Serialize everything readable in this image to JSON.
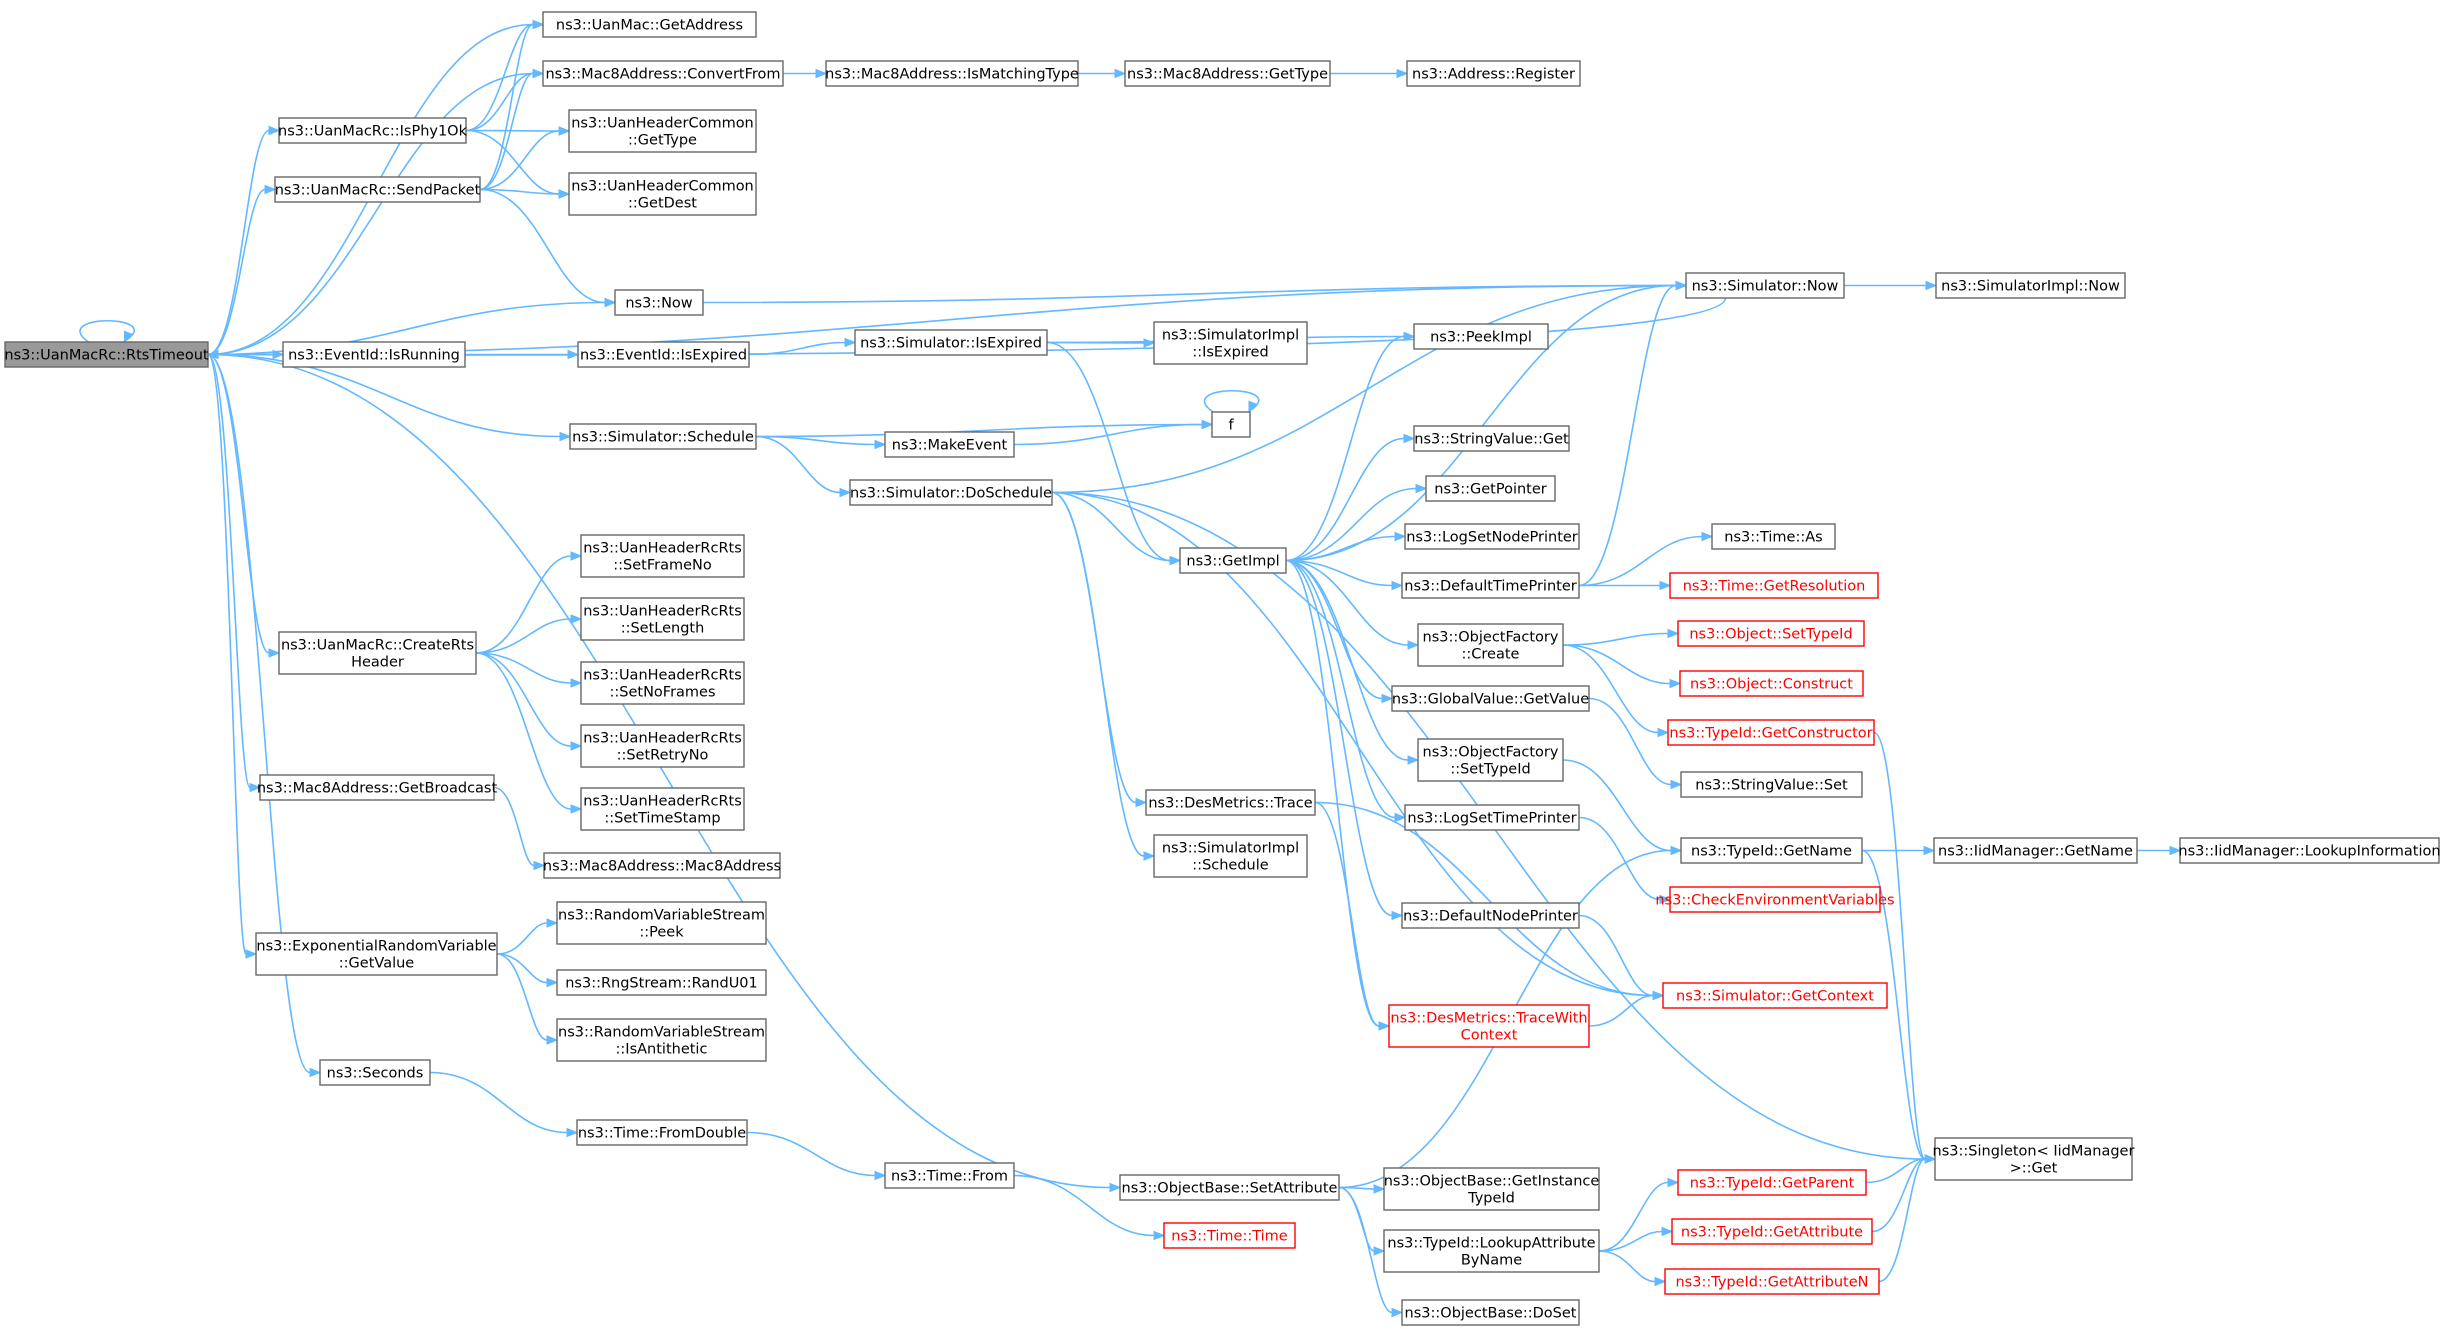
{
  "nodes": [
    {
      "id": "root",
      "label": [
        "ns3::UanMacRc::RtsTimeout"
      ],
      "style": "root"
    },
    {
      "id": "getaddr",
      "label": [
        "ns3::UanMac::GetAddress"
      ]
    },
    {
      "id": "convfrom",
      "label": [
        "ns3::Mac8Address::ConvertFrom"
      ]
    },
    {
      "id": "ismatch",
      "label": [
        "ns3::Mac8Address::IsMatchingType"
      ]
    },
    {
      "id": "gettype8",
      "label": [
        "ns3::Mac8Address::GetType"
      ]
    },
    {
      "id": "register",
      "label": [
        "ns3::Address::Register"
      ]
    },
    {
      "id": "isphy",
      "label": [
        "ns3::UanMacRc::IsPhy1Ok"
      ]
    },
    {
      "id": "hdrtype",
      "label": [
        "ns3::UanHeaderCommon",
        "::GetType"
      ]
    },
    {
      "id": "sendpkt",
      "label": [
        "ns3::UanMacRc::SendPacket"
      ]
    },
    {
      "id": "hdrdest",
      "label": [
        "ns3::UanHeaderCommon",
        "::GetDest"
      ]
    },
    {
      "id": "now",
      "label": [
        "ns3::Now"
      ]
    },
    {
      "id": "simnow",
      "label": [
        "ns3::Simulator::Now"
      ]
    },
    {
      "id": "implnow",
      "label": [
        "ns3::SimulatorImpl::Now"
      ]
    },
    {
      "id": "isrunning",
      "label": [
        "ns3::EventId::IsRunning"
      ]
    },
    {
      "id": "isexpired",
      "label": [
        "ns3::EventId::IsExpired"
      ]
    },
    {
      "id": "simisexp",
      "label": [
        "ns3::Simulator::IsExpired"
      ]
    },
    {
      "id": "implisexp",
      "label": [
        "ns3::SimulatorImpl",
        "::IsExpired"
      ]
    },
    {
      "id": "peekimpl",
      "label": [
        "ns3::PeekImpl"
      ]
    },
    {
      "id": "f",
      "label": [
        "f"
      ]
    },
    {
      "id": "schedule",
      "label": [
        "ns3::Simulator::Schedule"
      ]
    },
    {
      "id": "makeevent",
      "label": [
        "ns3::MakeEvent"
      ]
    },
    {
      "id": "strget",
      "label": [
        "ns3::StringValue::Get"
      ]
    },
    {
      "id": "doschedule",
      "label": [
        "ns3::Simulator::DoSchedule"
      ]
    },
    {
      "id": "getptr",
      "label": [
        "ns3::GetPointer"
      ]
    },
    {
      "id": "getimpl",
      "label": [
        "ns3::GetImpl"
      ]
    },
    {
      "id": "lognode",
      "label": [
        "ns3::LogSetNodePrinter"
      ]
    },
    {
      "id": "timeas",
      "label": [
        "ns3::Time::As"
      ]
    },
    {
      "id": "deftime",
      "label": [
        "ns3::DefaultTimePrinter"
      ]
    },
    {
      "id": "getres",
      "label": [
        "ns3::Time::GetResolution"
      ],
      "style": "red"
    },
    {
      "id": "setframe",
      "label": [
        "ns3::UanHeaderRcRts",
        "::SetFrameNo"
      ]
    },
    {
      "id": "setlen",
      "label": [
        "ns3::UanHeaderRcRts",
        "::SetLength"
      ]
    },
    {
      "id": "objcreate",
      "label": [
        "ns3::ObjectFactory",
        "::Create"
      ]
    },
    {
      "id": "setiid",
      "label": [
        "ns3::Object::SetTypeId"
      ],
      "style": "red"
    },
    {
      "id": "createrts",
      "label": [
        "ns3::UanMacRc::CreateRts",
        "Header"
      ]
    },
    {
      "id": "setnoframes",
      "label": [
        "ns3::UanHeaderRcRts",
        "::SetNoFrames"
      ]
    },
    {
      "id": "construct",
      "label": [
        "ns3::Object::Construct"
      ],
      "style": "red"
    },
    {
      "id": "gvget",
      "label": [
        "ns3::GlobalValue::GetValue"
      ]
    },
    {
      "id": "getctor",
      "label": [
        "ns3::TypeId::GetConstructor"
      ],
      "style": "red"
    },
    {
      "id": "setretry",
      "label": [
        "ns3::UanHeaderRcRts",
        "::SetRetryNo"
      ]
    },
    {
      "id": "ofsettid",
      "label": [
        "ns3::ObjectFactory",
        "::SetTypeId"
      ]
    },
    {
      "id": "strset",
      "label": [
        "ns3::StringValue::Set"
      ]
    },
    {
      "id": "getbcast",
      "label": [
        "ns3::Mac8Address::GetBroadcast"
      ]
    },
    {
      "id": "destrace",
      "label": [
        "ns3::DesMetrics::Trace"
      ]
    },
    {
      "id": "settime",
      "label": [
        "ns3::UanHeaderRcRts",
        "::SetTimeStamp"
      ]
    },
    {
      "id": "logtime",
      "label": [
        "ns3::LogSetTimePrinter"
      ]
    },
    {
      "id": "mac8",
      "label": [
        "ns3::Mac8Address::Mac8Address"
      ]
    },
    {
      "id": "implsched",
      "label": [
        "ns3::SimulatorImpl",
        "::Schedule"
      ]
    },
    {
      "id": "tidname",
      "label": [
        "ns3::TypeId::GetName"
      ]
    },
    {
      "id": "iidname",
      "label": [
        "ns3::IidManager::GetName"
      ]
    },
    {
      "id": "iidlookup",
      "label": [
        "ns3::IidManager::LookupInformation"
      ]
    },
    {
      "id": "checkenv",
      "label": [
        "ns3::CheckEnvironmentVariables"
      ],
      "style": "red"
    },
    {
      "id": "rvpeek",
      "label": [
        "ns3::RandomVariableStream",
        "::Peek"
      ]
    },
    {
      "id": "defnode",
      "label": [
        "ns3::DefaultNodePrinter"
      ]
    },
    {
      "id": "expget",
      "label": [
        "ns3::ExponentialRandomVariable",
        "::GetValue"
      ]
    },
    {
      "id": "randu01",
      "label": [
        "ns3::RngStream::RandU01"
      ]
    },
    {
      "id": "getctx",
      "label": [
        "ns3::Simulator::GetContext"
      ],
      "style": "red"
    },
    {
      "id": "tracectx",
      "label": [
        "ns3::DesMetrics::TraceWith",
        "Context"
      ],
      "style": "red"
    },
    {
      "id": "isanti",
      "label": [
        "ns3::RandomVariableStream",
        "::IsAntithetic"
      ]
    },
    {
      "id": "seconds",
      "label": [
        "ns3::Seconds"
      ]
    },
    {
      "id": "fromdbl",
      "label": [
        "ns3::Time::FromDouble"
      ]
    },
    {
      "id": "singleton",
      "label": [
        "ns3::Singleton< IidManager",
        " >::Get"
      ]
    },
    {
      "id": "timefrom",
      "label": [
        "ns3::Time::From"
      ]
    },
    {
      "id": "getparent",
      "label": [
        "ns3::TypeId::GetParent"
      ],
      "style": "red"
    },
    {
      "id": "setattr",
      "label": [
        "ns3::ObjectBase::SetAttribute"
      ]
    },
    {
      "id": "getinst",
      "label": [
        "ns3::ObjectBase::GetInstance",
        "TypeId"
      ]
    },
    {
      "id": "timetime",
      "label": [
        "ns3::Time::Time"
      ],
      "style": "red"
    },
    {
      "id": "getattr",
      "label": [
        "ns3::TypeId::GetAttribute"
      ],
      "style": "red"
    },
    {
      "id": "lookupattr",
      "label": [
        "ns3::TypeId::LookupAttribute",
        "ByName"
      ]
    },
    {
      "id": "getattrn",
      "label": [
        "ns3::TypeId::GetAttributeN"
      ],
      "style": "red"
    },
    {
      "id": "doset",
      "label": [
        "ns3::ObjectBase::DoSet"
      ]
    }
  ],
  "edges": [
    [
      "root",
      "root"
    ],
    [
      "root",
      "getaddr"
    ],
    [
      "root",
      "convfrom"
    ],
    [
      "root",
      "isphy"
    ],
    [
      "root",
      "sendpkt"
    ],
    [
      "root",
      "now"
    ],
    [
      "root",
      "simnow"
    ],
    [
      "root",
      "isrunning"
    ],
    [
      "root",
      "schedule"
    ],
    [
      "root",
      "createrts"
    ],
    [
      "root",
      "getbcast"
    ],
    [
      "root",
      "expget"
    ],
    [
      "root",
      "seconds"
    ],
    [
      "root",
      "setattr"
    ],
    [
      "isphy",
      "getaddr"
    ],
    [
      "isphy",
      "convfrom"
    ],
    [
      "isphy",
      "hdrtype"
    ],
    [
      "isphy",
      "hdrdest"
    ],
    [
      "sendpkt",
      "getaddr"
    ],
    [
      "sendpkt",
      "convfrom"
    ],
    [
      "sendpkt",
      "hdrtype"
    ],
    [
      "sendpkt",
      "hdrdest"
    ],
    [
      "sendpkt",
      "now"
    ],
    [
      "convfrom",
      "ismatch"
    ],
    [
      "ismatch",
      "gettype8"
    ],
    [
      "gettype8",
      "register"
    ],
    [
      "now",
      "simnow"
    ],
    [
      "simnow",
      "implnow"
    ],
    [
      "simnow",
      "root"
    ],
    [
      "isrunning",
      "isexpired"
    ],
    [
      "isexpired",
      "simisexp"
    ],
    [
      "simisexp",
      "implisexp"
    ],
    [
      "simisexp",
      "peekimpl"
    ],
    [
      "simisexp",
      "getimpl"
    ],
    [
      "schedule",
      "makeevent"
    ],
    [
      "schedule",
      "doschedule"
    ],
    [
      "schedule",
      "f"
    ],
    [
      "makeevent",
      "f"
    ],
    [
      "f",
      "f"
    ],
    [
      "doschedule",
      "getimpl"
    ],
    [
      "doschedule",
      "simnow"
    ],
    [
      "doschedule",
      "destrace"
    ],
    [
      "doschedule",
      "implsched"
    ],
    [
      "doschedule",
      "singleton"
    ],
    [
      "doschedule",
      "getctx"
    ],
    [
      "getimpl",
      "peekimpl"
    ],
    [
      "getimpl",
      "simnow"
    ],
    [
      "getimpl",
      "strget"
    ],
    [
      "getimpl",
      "getptr"
    ],
    [
      "getimpl",
      "lognode"
    ],
    [
      "getimpl",
      "deftime"
    ],
    [
      "getimpl",
      "objcreate"
    ],
    [
      "getimpl",
      "gvget"
    ],
    [
      "getimpl",
      "ofsettid"
    ],
    [
      "getimpl",
      "logtime"
    ],
    [
      "getimpl",
      "defnode"
    ],
    [
      "getimpl",
      "tracectx"
    ],
    [
      "deftime",
      "timeas"
    ],
    [
      "deftime",
      "getres"
    ],
    [
      "deftime",
      "simnow"
    ],
    [
      "objcreate",
      "setiid"
    ],
    [
      "objcreate",
      "construct"
    ],
    [
      "objcreate",
      "getctor"
    ],
    [
      "getctor",
      "singleton"
    ],
    [
      "gvget",
      "strset"
    ],
    [
      "ofsettid",
      "tidname"
    ],
    [
      "logtime",
      "checkenv"
    ],
    [
      "defnode",
      "getctx"
    ],
    [
      "destrace",
      "tracectx"
    ],
    [
      "destrace",
      "getctx"
    ],
    [
      "tracectx",
      "getctx"
    ],
    [
      "tidname",
      "iidname"
    ],
    [
      "tidname",
      "singleton"
    ],
    [
      "iidname",
      "iidlookup"
    ],
    [
      "createrts",
      "setframe"
    ],
    [
      "createrts",
      "setlen"
    ],
    [
      "createrts",
      "setnoframes"
    ],
    [
      "createrts",
      "setretry"
    ],
    [
      "createrts",
      "settime"
    ],
    [
      "getbcast",
      "mac8"
    ],
    [
      "expget",
      "rvpeek"
    ],
    [
      "expget",
      "randu01"
    ],
    [
      "expget",
      "isanti"
    ],
    [
      "seconds",
      "fromdbl"
    ],
    [
      "fromdbl",
      "timefrom"
    ],
    [
      "timefrom",
      "timetime"
    ],
    [
      "setattr",
      "tidname"
    ],
    [
      "setattr",
      "getinst"
    ],
    [
      "setattr",
      "lookupattr"
    ],
    [
      "setattr",
      "doset"
    ],
    [
      "lookupattr",
      "getparent"
    ],
    [
      "lookupattr",
      "getattr"
    ],
    [
      "lookupattr",
      "getattrn"
    ],
    [
      "getparent",
      "singleton"
    ],
    [
      "getattr",
      "singleton"
    ],
    [
      "getattrn",
      "singleton"
    ]
  ]
}
